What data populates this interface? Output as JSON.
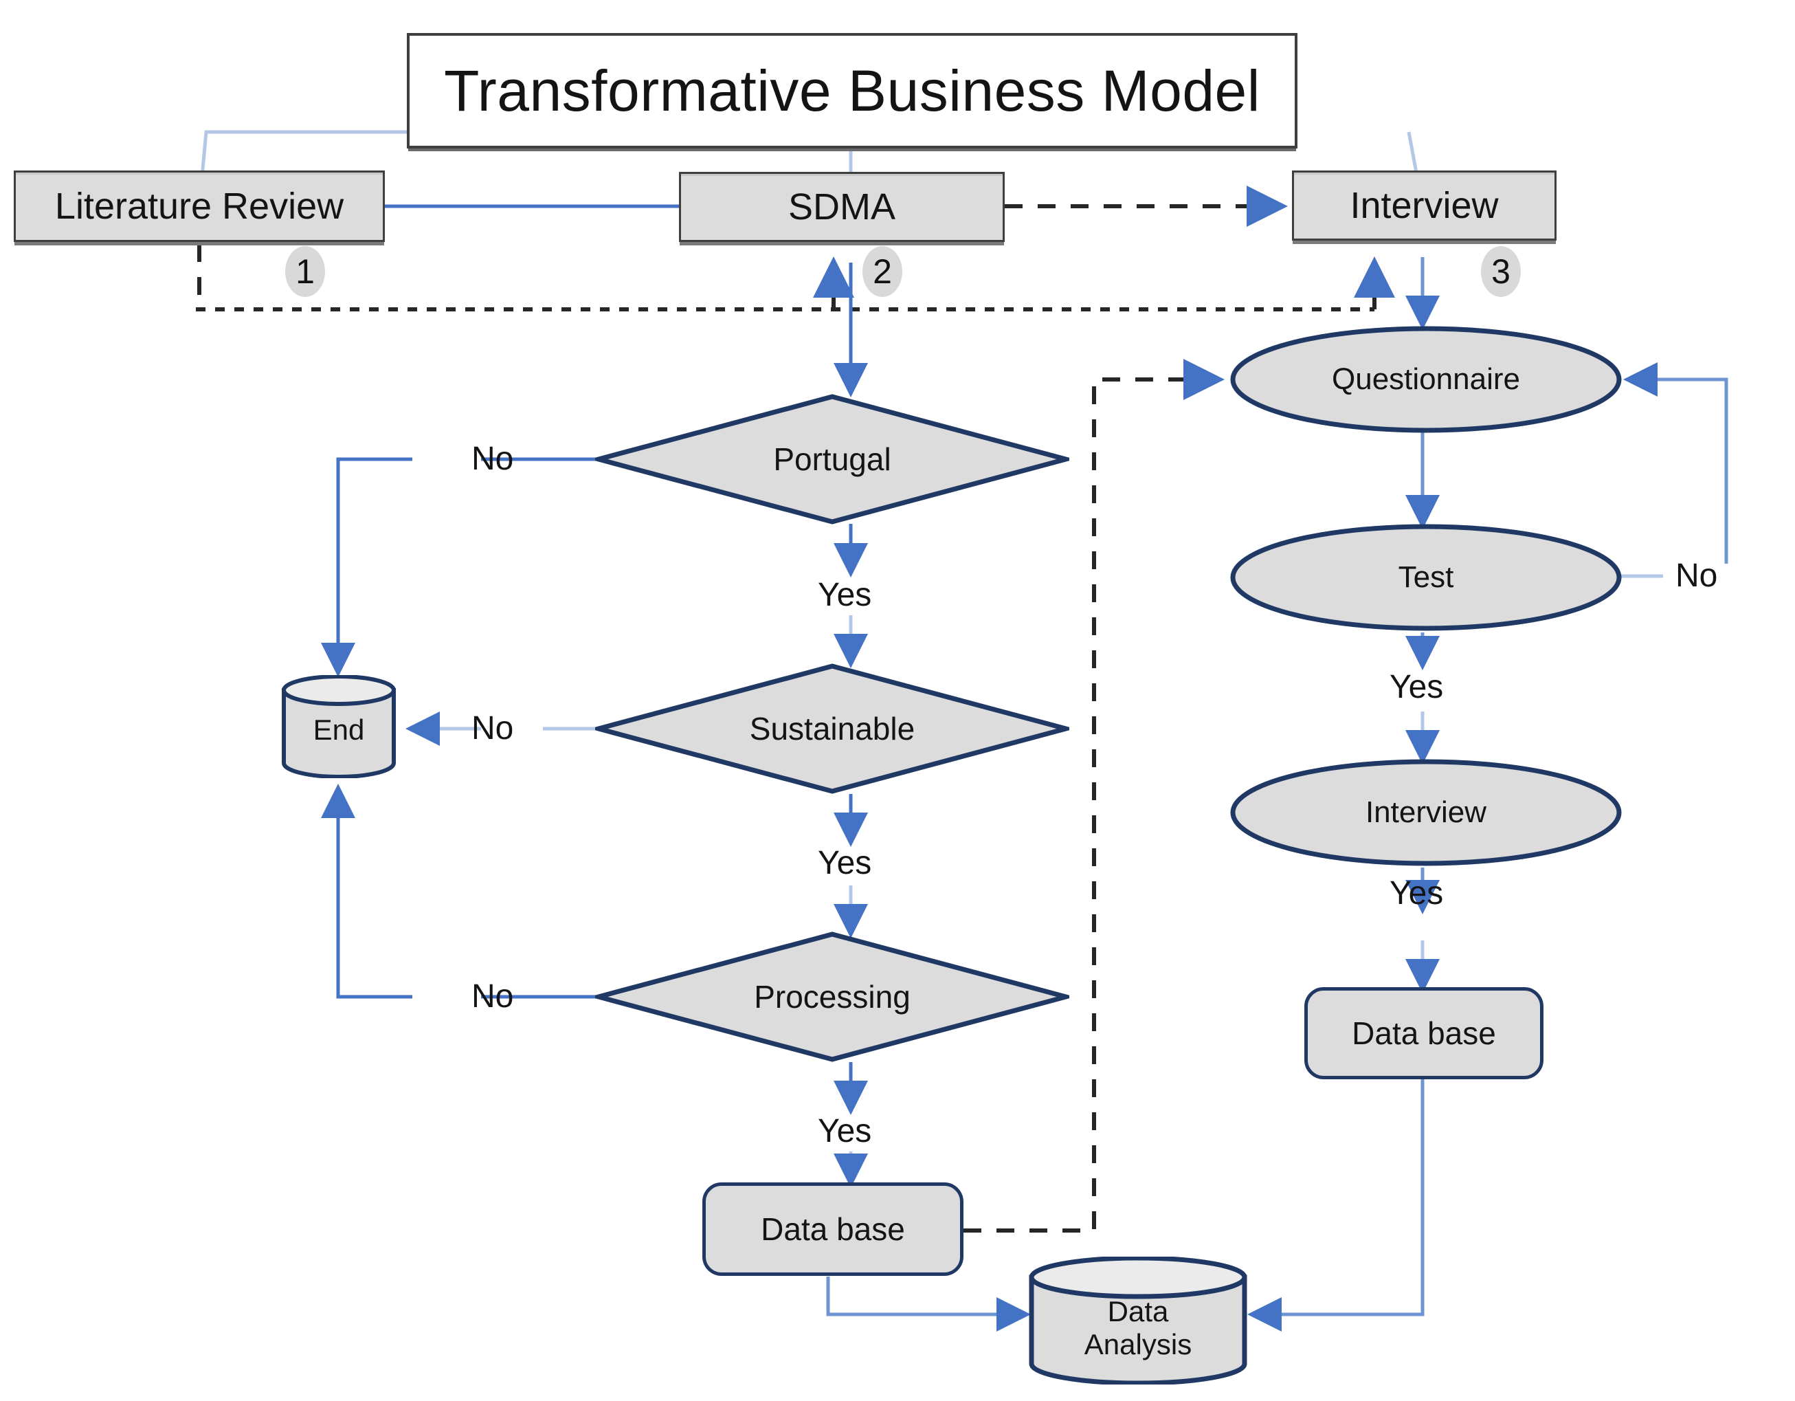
{
  "diagram": {
    "title": "Transformative Business Model",
    "type": "flowchart",
    "palette": {
      "node_fill": "#dcdcdc",
      "node_border_dark": "#1f3864",
      "node_border_grey": "#3f3f3f",
      "connector_blue": "#4472c4",
      "connector_blue_light": "#b4c7e7",
      "connector_dashed": "#262626",
      "text": "#141414",
      "canvas": "#ffffff"
    },
    "top_nodes": [
      {
        "id": "literature-review",
        "label": "Literature Review",
        "step": "1"
      },
      {
        "id": "sdma",
        "label": "SDMA",
        "step": "2"
      },
      {
        "id": "interview-top",
        "label": "Interview",
        "step": "3"
      }
    ],
    "decisions": [
      {
        "id": "portugal",
        "label": "Portugal"
      },
      {
        "id": "sustainable",
        "label": "Sustainable"
      },
      {
        "id": "processing",
        "label": "Processing"
      }
    ],
    "process_ellipses": [
      {
        "id": "questionnaire",
        "label": "Questionnaire"
      },
      {
        "id": "test",
        "label": "Test"
      },
      {
        "id": "interview",
        "label": "Interview"
      }
    ],
    "data_stores": [
      {
        "id": "data-base-left",
        "label": "Data base"
      },
      {
        "id": "data-base-right",
        "label": "Data base"
      }
    ],
    "cylinders": [
      {
        "id": "end",
        "label": "End"
      },
      {
        "id": "data-analysis",
        "label": "Data\nAnalysis"
      }
    ],
    "edge_labels": {
      "portugal_no": "No",
      "portugal_yes": "Yes",
      "sustainable_no": "No",
      "sustainable_yes": "Yes",
      "processing_no": "No",
      "processing_yes": "Yes",
      "test_no": "No",
      "test_yes": "Yes",
      "interview_yes": "Yes"
    }
  }
}
